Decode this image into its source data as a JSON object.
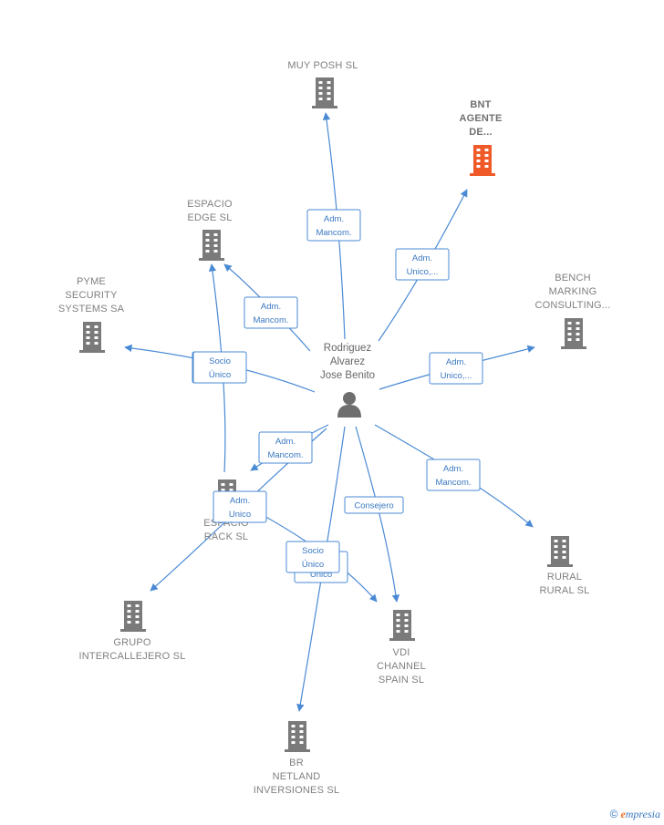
{
  "center": {
    "lines": [
      "Rodriguez",
      "Alvarez",
      "Jose Benito"
    ],
    "icon": "person-icon"
  },
  "colors": {
    "edge": "#4a8ad4",
    "building": "#7a7a7a",
    "highlight": "#f05a28",
    "label": "#808080"
  },
  "nodes": [
    {
      "id": "muy-posh",
      "lines": [
        "MUY POSH SL"
      ],
      "icon": "building-icon"
    },
    {
      "id": "bnt-agente",
      "lines": [
        "BNT",
        "AGENTE",
        "DE..."
      ],
      "icon": "building-icon",
      "highlight": true
    },
    {
      "id": "espacio-edge",
      "lines": [
        "ESPACIO",
        "EDGE  SL"
      ],
      "icon": "building-icon"
    },
    {
      "id": "pyme-security",
      "lines": [
        "PYME",
        "SECURITY",
        "SYSTEMS SA"
      ],
      "icon": "building-icon"
    },
    {
      "id": "bench-marking",
      "lines": [
        "BENCH",
        "MARKING",
        "CONSULTING..."
      ],
      "icon": "building-icon"
    },
    {
      "id": "espacio-rack",
      "lines": [
        "ESPACIO",
        "RACK SL"
      ],
      "icon": "building-icon"
    },
    {
      "id": "rural-rural",
      "lines": [
        "RURAL",
        "RURAL SL"
      ],
      "icon": "building-icon"
    },
    {
      "id": "grupo-intercallejero",
      "lines": [
        "GRUPO",
        "INTERCALLEJERO SL"
      ],
      "icon": "building-icon"
    },
    {
      "id": "vdi-channel",
      "lines": [
        "VDI",
        "CHANNEL",
        "SPAIN  SL"
      ],
      "icon": "building-icon"
    },
    {
      "id": "br-netland",
      "lines": [
        "BR",
        "NETLAND",
        "INVERSIONES SL"
      ],
      "icon": "building-icon"
    }
  ],
  "edges": [
    {
      "target": "muy-posh",
      "lines": [
        "Adm.",
        "Mancom."
      ]
    },
    {
      "target": "bnt-agente",
      "lines": [
        "Adm.",
        "Unico,..."
      ]
    },
    {
      "target": "espacio-edge",
      "lines": [
        "Adm.",
        "Mancom."
      ]
    },
    {
      "target": "pyme-security",
      "lines": [
        "Socio",
        "Único"
      ]
    },
    {
      "target": "bench-marking",
      "lines": [
        "Adm.",
        "Unico,..."
      ]
    },
    {
      "target": "espacio-rack",
      "lines": [
        "Adm.",
        "Mancom."
      ]
    },
    {
      "target": "rural-rural",
      "lines": [
        "Adm.",
        "Mancom."
      ]
    },
    {
      "target": "grupo-intercallejero",
      "lines": [
        "Adm.",
        "Unico"
      ]
    },
    {
      "target": "vdi-channel",
      "lines": [
        "Consejero"
      ]
    },
    {
      "target": "vdi-channel",
      "lines": [
        "Adm.",
        "Unico"
      ]
    },
    {
      "target": "br-netland",
      "lines": [
        "Socio",
        "Único"
      ]
    },
    {
      "target": "espacio-edge",
      "lines": [
        "Socio",
        "Único"
      ]
    }
  ],
  "brand": {
    "copyright": "©",
    "first": "e",
    "rest": "mpresia"
  }
}
